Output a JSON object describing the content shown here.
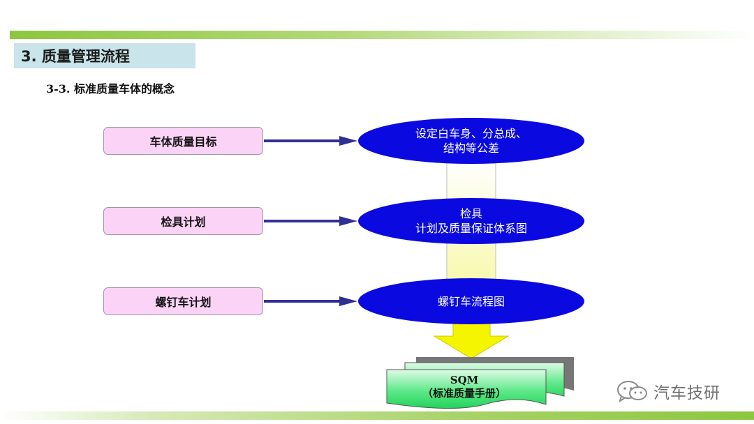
{
  "header": {
    "section_title": "3. 质量管理流程",
    "subtitle": "3-3. 标准质量车体的概念"
  },
  "diagram": {
    "inputs": [
      {
        "label": "车体质量目标"
      },
      {
        "label": "检具计划"
      },
      {
        "label": "螺钉车计划"
      }
    ],
    "outputs": [
      {
        "lines": [
          "设定白车身、分总成、",
          "结构等公差"
        ]
      },
      {
        "lines": [
          "检具",
          "计划及质量保证体系图"
        ]
      },
      {
        "lines": [
          "螺钉车流程图"
        ]
      }
    ],
    "result": {
      "lines": [
        "SQM",
        "（标准质量手册）"
      ]
    }
  },
  "watermark": {
    "text": "汽车技研",
    "icon": "wechat-icon"
  },
  "colors": {
    "accent_green": "#8cc63f",
    "title_bg": "#c9e4ea",
    "input_box": "#fbd3f7",
    "ellipse": "#0a0ae0",
    "arrow": "#2e3192",
    "big_arrow": "#f5f500",
    "doc_green": "#39e36c"
  }
}
